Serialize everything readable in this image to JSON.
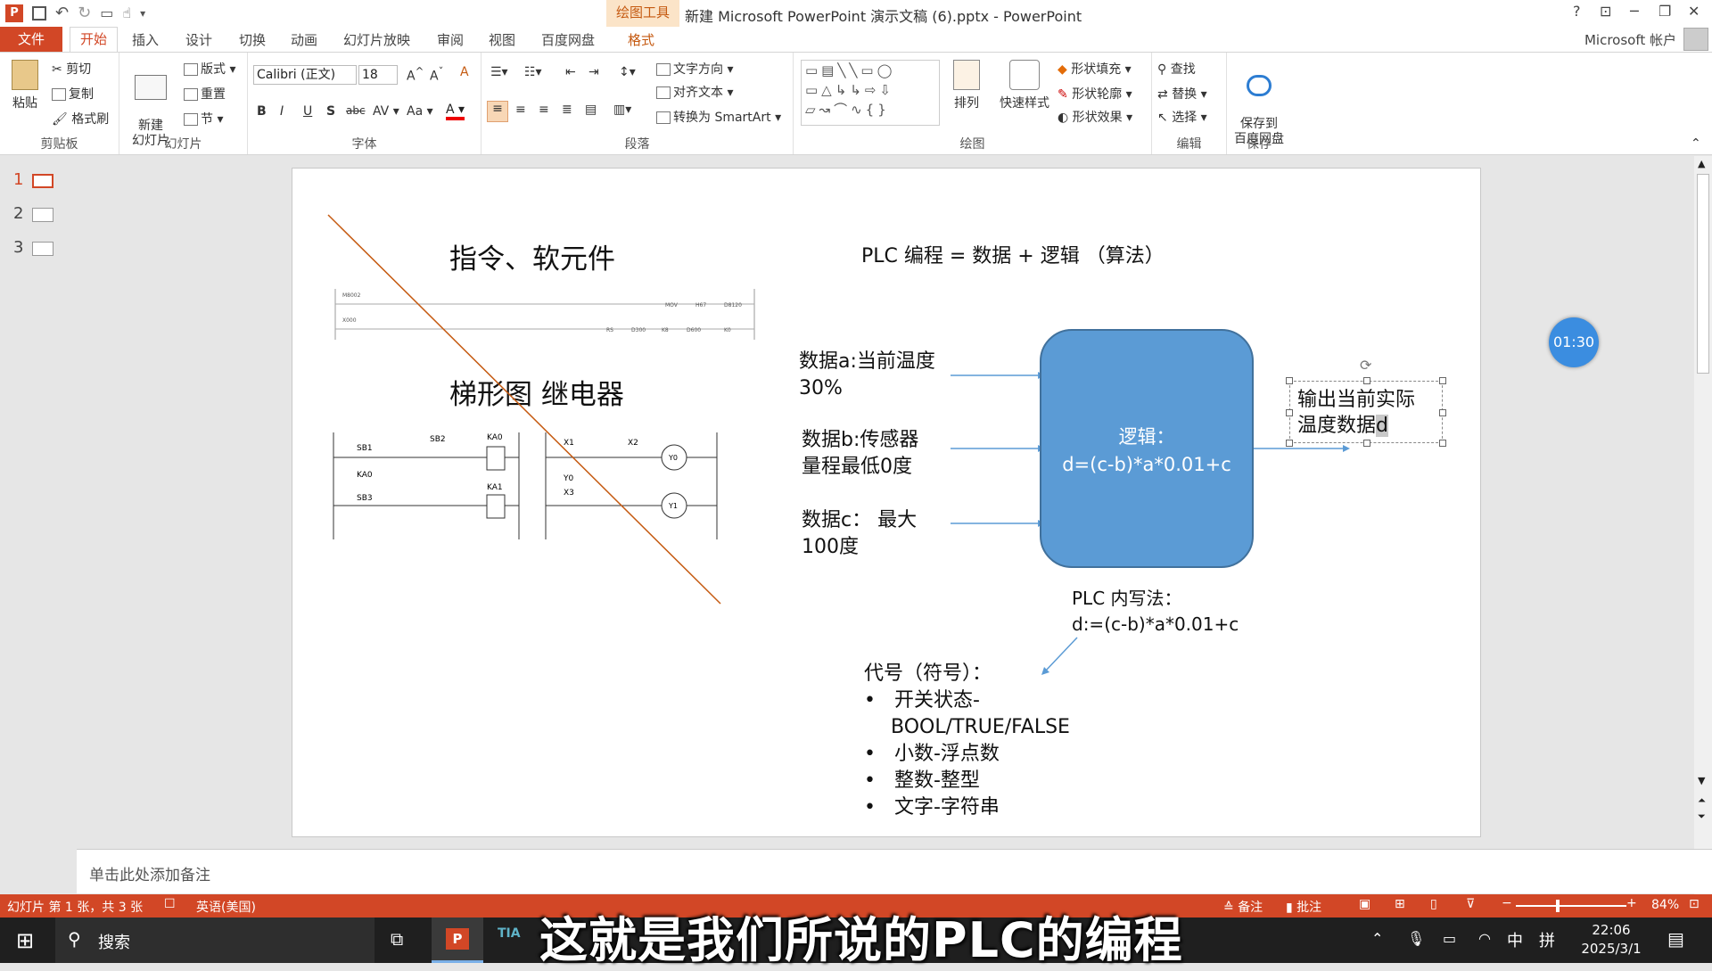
{
  "titlebar": {
    "title": "新建 Microsoft PowerPoint 演示文稿 (6).pptx - PowerPoint",
    "context_tab": "绘图工具",
    "help": "?",
    "minimize": "─",
    "restore": "❐",
    "close": "✕"
  },
  "tabs": {
    "file": "文件",
    "items": [
      "开始",
      "插入",
      "设计",
      "切换",
      "动画",
      "幻灯片放映",
      "审阅",
      "视图",
      "百度网盘",
      "格式"
    ],
    "account": "Microsoft 帐户"
  },
  "ribbon": {
    "clipboard": {
      "paste": "粘贴",
      "cut": "剪切",
      "copy": "复制",
      "format_painter": "格式刷",
      "label": "剪贴板"
    },
    "slides": {
      "new_slide": "新建\n幻灯片",
      "layout": "版式",
      "reset": "重置",
      "section": "节",
      "label": "幻灯片"
    },
    "font": {
      "family": "Calibri (正文)",
      "size": "18",
      "label": "字体"
    },
    "paragraph": {
      "text_direction": "文字方向",
      "align_text": "对齐文本",
      "smartart": "转换为 SmartArt",
      "label": "段落"
    },
    "drawing": {
      "arrange": "排列",
      "quick_styles": "快速样式",
      "shape_fill": "形状填充",
      "shape_outline": "形状轮廓",
      "shape_effects": "形状效果",
      "label": "绘图"
    },
    "editing": {
      "find": "查找",
      "replace": "替换",
      "select": "选择",
      "label": "编辑"
    },
    "save": {
      "save_to": "保存到\n百度网盘",
      "label": "保存"
    }
  },
  "thumbnails": [
    "1",
    "2",
    "3"
  ],
  "slide": {
    "heading1": "指令、软元件",
    "heading2": "梯形图 继电器",
    "plc_title": "PLC 编程 = 数据 + 逻辑 （算法）",
    "data_a": [
      "数据a:当前温度",
      "30%"
    ],
    "data_b": [
      "数据b:传感器",
      "量程最低0度"
    ],
    "data_c": [
      "数据c：  最大",
      "100度"
    ],
    "logic": [
      "逻辑：",
      "d=(c-b)*a*0.01+c"
    ],
    "output": [
      "输出当前实际",
      "温度数据",
      "d"
    ],
    "plc_internal": [
      "PLC 内写法：",
      "d:=(c-b)*a*0.01+c"
    ],
    "symbols_title": "代号（符号）：",
    "symbols": [
      "开关状态-",
      "BOOL/TRUE/FALSE",
      "小数-浮点数",
      "整数-整型",
      "文字-字符串"
    ],
    "ladder_top_labels": [
      "M8002",
      "MOV",
      "H67",
      "D8120",
      "X000",
      "RS",
      "D300",
      "K8",
      "D600",
      "K0"
    ],
    "relay_labels": [
      "SB1",
      "SB2",
      "KA0",
      "KA0",
      "SB3",
      "KA1"
    ],
    "plc_ladder_labels": [
      "X1",
      "X2",
      "Y0",
      "Y0",
      "X3",
      "Y1"
    ]
  },
  "timer": "01:30",
  "notes_placeholder": "单击此处添加备注",
  "status": {
    "slide_info": "幻灯片 第 1 张，共 3 张",
    "language": "英语(美国)",
    "notes": "备注",
    "comments": "批注",
    "zoom": "84%"
  },
  "taskbar": {
    "search": "搜索",
    "time": "22:06",
    "date": "2025/3/1",
    "ime1": "中",
    "ime2": "拼"
  },
  "subtitle": "这就是我们所说的PLC的编程",
  "colors": {
    "accent": "#d24726",
    "shape_fill": "#5b9bd5",
    "arrow": "#5b9bd5",
    "strike_line": "#c55a11"
  }
}
